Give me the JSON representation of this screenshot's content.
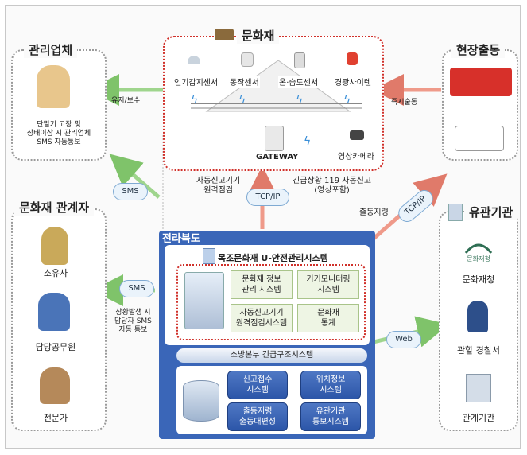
{
  "cultural_property": {
    "title": "문화재",
    "sensors": [
      "인기감지센서",
      "동작센서",
      "온·습도센서",
      "경광사이렌"
    ],
    "gateway": "GATEWAY",
    "camera": "영상카메라"
  },
  "management_company": {
    "title": "관리업체",
    "note": [
      "단말기 고장 및",
      "상태이상 시 관리업체",
      "SMS 자동통보"
    ]
  },
  "field_dispatch": {
    "title": "현장출동"
  },
  "stakeholders": {
    "title": "문화재 관계자",
    "people": [
      "소유사",
      "담당공무원",
      "전문가"
    ]
  },
  "related_agencies": {
    "title": "유관기관",
    "agencies": [
      "문화재청",
      "관할 경찰서",
      "관계기관"
    ],
    "logo_text": "문화재청"
  },
  "center": {
    "region": "전라북도",
    "system_title": "목조문화재 U-안전관리시스템",
    "modules": [
      [
        "문화재 정보",
        "관리 시스템"
      ],
      [
        "기기모니터링",
        "시스템"
      ],
      [
        "자동신고기기",
        "원격점검시스템"
      ],
      [
        "문화재",
        "통계"
      ]
    ],
    "fire_title": "소방본부 긴급구조시스템",
    "fire_modules": [
      [
        "신고접수",
        "시스템"
      ],
      [
        "위치정보",
        "시스템"
      ],
      [
        "출동지령",
        "출동대편성"
      ],
      [
        "유관기관",
        "통보시스템"
      ]
    ]
  },
  "flows": {
    "maintenance": "유지/보수",
    "sms1": "SMS",
    "auto_report": [
      "자동신고기기",
      "원격점검"
    ],
    "tcpip1": "TCP/IP",
    "emergency": [
      "긴급상황 119 자동신고",
      "(영상포함)"
    ],
    "dispatch_order": "출동지령",
    "tcpip2": "TCP/IP",
    "immediate": "즉시출동",
    "sms2": "SMS",
    "sms2_note": [
      "상황발생 시",
      "담당자 SMS",
      "자동 통보"
    ],
    "web": "Web"
  },
  "colors": {
    "red_border": "#d0302a",
    "gray_border": "#9a9a9a",
    "blue_panel": "#3a66b8",
    "green_box": "#eef5e4"
  }
}
